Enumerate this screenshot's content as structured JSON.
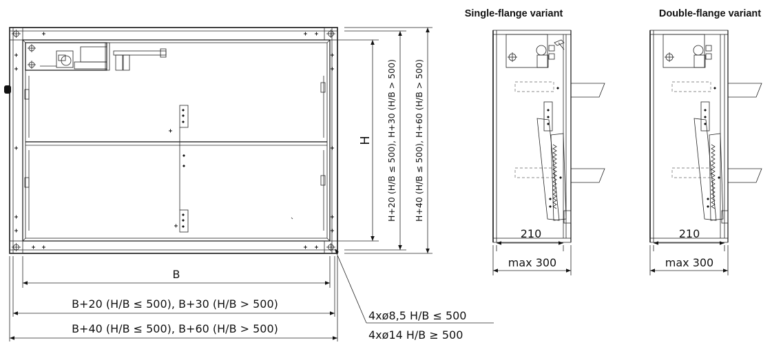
{
  "titles": {
    "single_flange": "Single-flange variant",
    "double_flange": "Double-flange variant"
  },
  "front_view": {
    "dim_height": "H",
    "dim_height_20_30": "H+20 (H/B ≤ 500), H+30 (H/B > 500)",
    "dim_height_40_60": "H+40 (H/B ≤ 500), H+60 (H/B > 500)",
    "dim_width": "B",
    "dim_width_20_30": "B+20 (H/B ≤ 500), B+30 (H/B > 500)",
    "dim_width_40_60": "B+40 (H/B ≤ 500), B+60 (H/B > 500)",
    "holes_small": "4xø8,5 H/B ≤ 500",
    "holes_large": "4xø14 H/B ≥ 500"
  },
  "single_view": {
    "depth": "210",
    "max_depth": "max 300"
  },
  "double_view": {
    "depth": "210",
    "max_depth": "max 300"
  }
}
